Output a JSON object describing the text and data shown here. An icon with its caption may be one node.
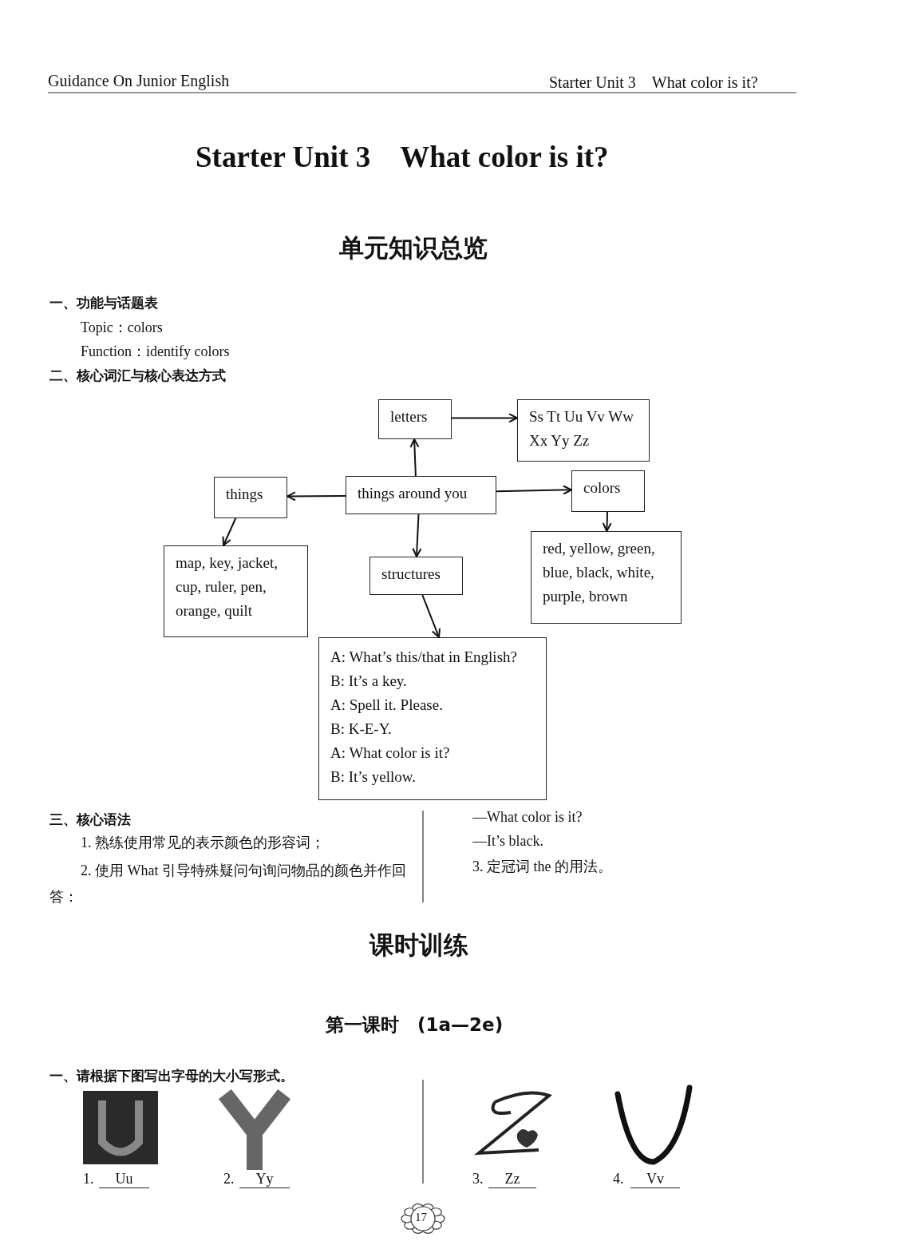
{
  "diagram": {
    "title": "Starter Unit 3　What color is it?",
    "nodes": [
      {
        "text": [
          "letters"
        ]
      },
      {
        "text": [
          "Ss Tt Uu Vv Ww Xx Yy Zz"
        ]
      },
      {
        "text": [
          "things"
        ]
      },
      {
        "text": [
          "things around you"
        ]
      },
      {
        "text": [
          "colors"
        ]
      },
      {
        "text": [
          "map, key, jacket, cup, ruler, pen, orange, quilt"
        ]
      },
      {
        "text": [
          "structures"
        ]
      },
      {
        "text": [
          "red, yellow, green, blue, black, white, purple, brown"
        ]
      },
      {
        "text": [
          "A: What’s this/that in English?",
          "B: It’s a key.",
          "A: Spell it. Please.",
          "B: K-E-Y.",
          "A: What color is it?",
          "B: It’s yellow."
        ]
      }
    ],
    "edges": [
      {
        "from": 3,
        "to": 0,
        "arrow": "to"
      },
      {
        "from": 0,
        "to": 1,
        "arrow": "to"
      },
      {
        "from": 3,
        "to": 2,
        "arrow": "to"
      },
      {
        "from": 3,
        "to": 4,
        "arrow": "to"
      },
      {
        "from": 2,
        "to": 5,
        "arrow": "to"
      },
      {
        "from": 3,
        "to": 6,
        "arrow": "to"
      },
      {
        "from": 4,
        "to": 7,
        "arrow": "to"
      },
      {
        "from": 6,
        "to": 8,
        "arrow": "to"
      }
    ],
    "labels": [
      "Guidance On Junior English",
      "Starter Unit 3　What color is it?",
      "单元知识总览",
      "一、功能与话题表",
      "Topic：colors",
      "Function：identify colors",
      "二、核心词汇与核心表达方式",
      "三、核心语法",
      "1. 熟练使用常见的表示颜色的形容词；",
      "2. 使用 What 引导特殊疑问句询问物品的颜色并作回答：",
      "—What color is it?",
      "—It’s black.",
      "3. 定冠词 the 的用法。",
      "课时训练",
      "第一课时　(1a—2e)",
      "一、请根据下图写出字母的大小写形式。",
      "1.",
      "Uu",
      "2.",
      "Yy",
      "3.",
      "Zz",
      "4.",
      "Vv",
      "17"
    ]
  }
}
